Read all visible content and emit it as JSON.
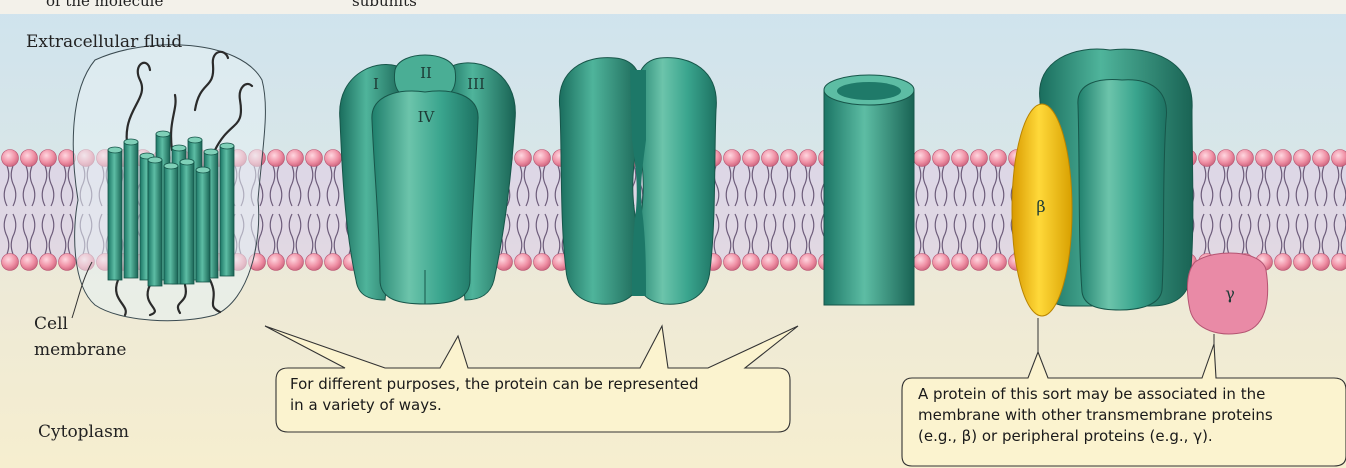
{
  "top_cut": {
    "left": "of the molecule",
    "mid": "subunits"
  },
  "regions": {
    "extracellular": "Extracellular fluid",
    "membrane_line1": "Cell",
    "membrane_line2": "membrane",
    "cytoplasm": "Cytoplasm"
  },
  "subunits": {
    "i": "I",
    "ii": "II",
    "iii": "III",
    "iv": "IV"
  },
  "accessory": {
    "beta": "β",
    "gamma": "γ"
  },
  "callouts": {
    "representation": {
      "line1": "For different purposes, the protein can be represented",
      "line2": "in a variety of ways."
    },
    "association": {
      "line1": "A protein of this sort may be associated in the",
      "line2": "membrane with other transmembrane proteins",
      "line3": "(e.g., β) or peripheral proteins (e.g., γ)."
    }
  },
  "colors": {
    "extracellular": "#cfe3ee",
    "cytoplasm": "#f6eecf",
    "protein": "#2f9c86",
    "protein_light": "#6cc4ab",
    "beta": "#f2c21a",
    "gamma": "#e07a98",
    "lipid_head": "#ef8fa4",
    "callout_fill": "#fbf3cf"
  }
}
